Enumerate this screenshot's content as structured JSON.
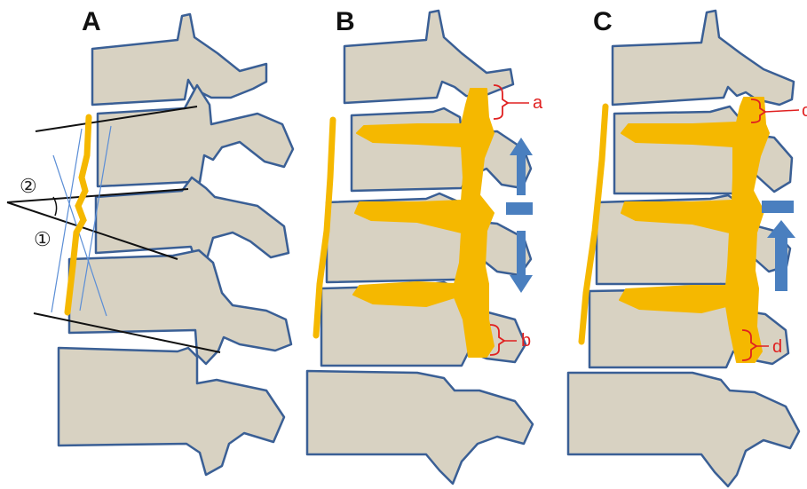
{
  "panels": [
    {
      "letter": "A"
    },
    {
      "letter": "B"
    },
    {
      "letter": "C"
    }
  ],
  "angle_labels": {
    "angle_2": "②",
    "angle_1": "①"
  },
  "gap_labels": {
    "a": "a",
    "b": "b",
    "c": "c",
    "d": "d"
  },
  "colors": {
    "bone_fill": "#d8d2c2",
    "bone_outline": "#3a5f95",
    "ligament": "#f5b800",
    "arrow": "#4a7fbf",
    "line": "#111111",
    "construction_line": "#5b8ed6",
    "label_red": "#e02020"
  },
  "icons": {
    "arrow_distraction": "double-arrow-up-down-icon",
    "arrow_compression": "arrow-up-icon"
  }
}
